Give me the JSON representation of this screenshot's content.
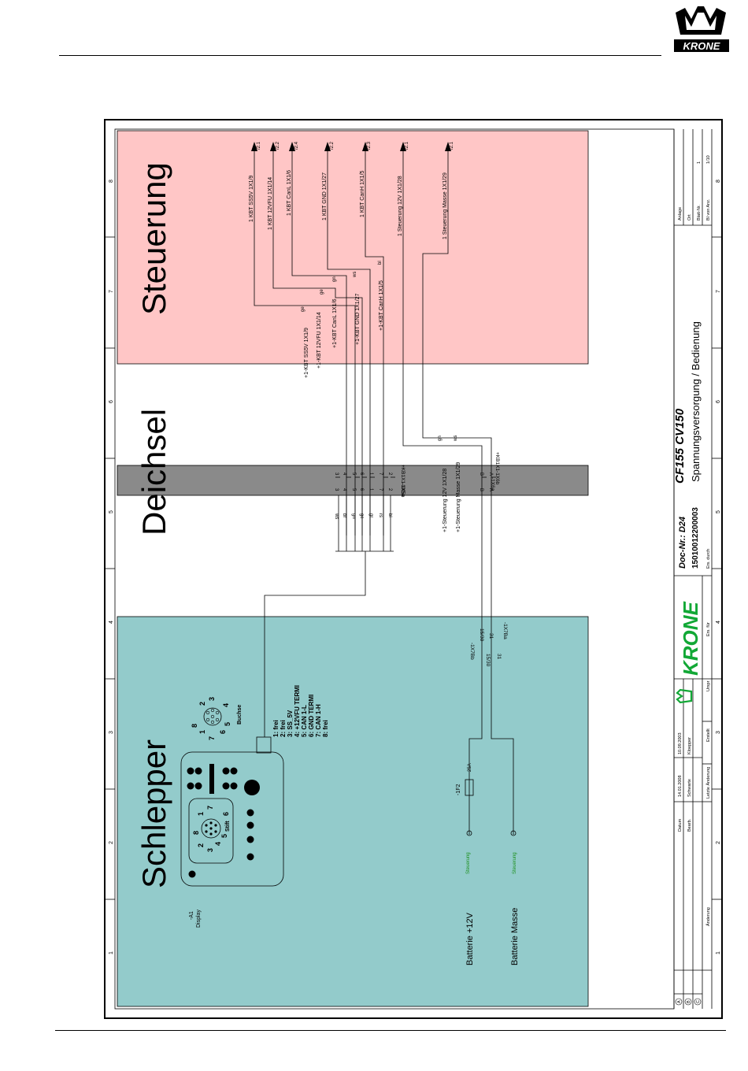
{
  "header": {
    "logo_text": "KRONE"
  },
  "zones": {
    "steuerung": "Steuerung",
    "deichsel": "Deichsel",
    "schlepper": "Schlepper"
  },
  "grid_numbers": [
    "1",
    "2",
    "3",
    "4",
    "5",
    "6",
    "7",
    "8"
  ],
  "steuerung_outputs": [
    {
      "label": "1 KBT SS5V 1X1/9",
      "ref": "/2.1"
    },
    {
      "label": "1 KBT 12VFU 1X1/14",
      "ref": "/2.2"
    },
    {
      "label": "1 KBT CanL 1X1/6",
      "ref": "/2.4"
    },
    {
      "label": "1 KBT GND 1X1/27",
      "ref": "/2.2"
    },
    {
      "label": "1 KBT CanH 1X1/5",
      "ref": "/2.3"
    },
    {
      "label": "1 Steuerung 12V 1X1/28",
      "ref": "/2.1"
    },
    {
      "label": "1 Steuerung Masse 1X1/29",
      "ref": "/2.1"
    }
  ],
  "deichsel_labels": [
    "+1-KBT SS5V 1X1/9",
    "+1-KBT 12VFU 1X1/14",
    "+1-KBT CanL 1X1/6",
    "+1-KBT GND 1X1/27",
    "+1-KBT CanH 1X1/5"
  ],
  "wire_colors_upper": [
    "ge",
    "gn",
    "ws",
    "bl"
  ],
  "connector": {
    "kb1x5b": "+KB1X1-1X5b",
    "x5a": "-1X5a",
    "kb1x6b": "+KB1X1-1X6b",
    "x6a": "-1X6a",
    "pins_5": [
      "3",
      "4",
      "5",
      "6",
      "1",
      "7",
      "2"
    ],
    "pins_6": [
      "B",
      "A"
    ]
  },
  "wire_colors_lower": [
    "ws",
    "br",
    "gn",
    "ge",
    "gr",
    "rs",
    "bl"
  ],
  "steuer_labels": [
    "+1-Steuerung 12V 1X1/28",
    "+1-Steuerung Masse 1X1/29"
  ],
  "x7": {
    "a": "-1X7Ba",
    "b": "-1X7Bb",
    "p1": "15/30",
    "p2": "31"
  },
  "schlepper": {
    "display_label": "-A1\nDisplay",
    "stift": "Stift",
    "buchse": "Buchse",
    "pinout": [
      "1: frei",
      "2: frei",
      "3: SS_5V",
      "4: +12VFU TERMI",
      "5: CAN 1-L",
      "6: GND TERMI",
      "7: CAN 1-H",
      "8: frei"
    ],
    "stift_nums": [
      "1",
      "2",
      "3",
      "4",
      "5",
      "6",
      "7",
      "8"
    ],
    "buchse_nums": [
      "1",
      "2",
      "3",
      "4",
      "5",
      "6",
      "7",
      "8"
    ],
    "fuse": "-1F2",
    "fuse_rating": "25A",
    "battery_plus": "Batterie +12V",
    "battery_minus": "Batterie Masse",
    "steuerung_tag": "Steuerung"
  },
  "title_block": {
    "title": "CF155 CV150",
    "subtitle": "Spannungsversorgung / Bedienung",
    "doc_nr": "Doc-Nr.: D24",
    "doc_num": "15010012200003",
    "brand": "KRONE",
    "anlage": "Anlage",
    "ort": "Ort",
    "blatt_nr": "Blatt-Nr.",
    "blatt_nr_val": "1",
    "bl_von_anz": "Bl von Anz.",
    "bl_von_anz_val": "1/10",
    "ers_durch": "Ers. durch",
    "ers_fuer": "Ers. für",
    "urspr": "Urspr",
    "erstellt": "Erstellt",
    "letzte": "Letzte Änderung",
    "aenderung": "Änderung",
    "datum": "Datum",
    "bearb": "Bearb.",
    "datum1": "14.01.2008",
    "name1": "Schwarte",
    "datum2": "10.09.2003",
    "name2": "Kloepper",
    "rev": [
      "A",
      "B",
      "C"
    ]
  },
  "colors": {
    "steuerung_bg": "#ffc6c6",
    "schlepper_bg": "#93cbcb",
    "deichsel_bar": "#8a8a8a",
    "green_text": "#1a8f1a",
    "logo_green": "#12a836"
  }
}
